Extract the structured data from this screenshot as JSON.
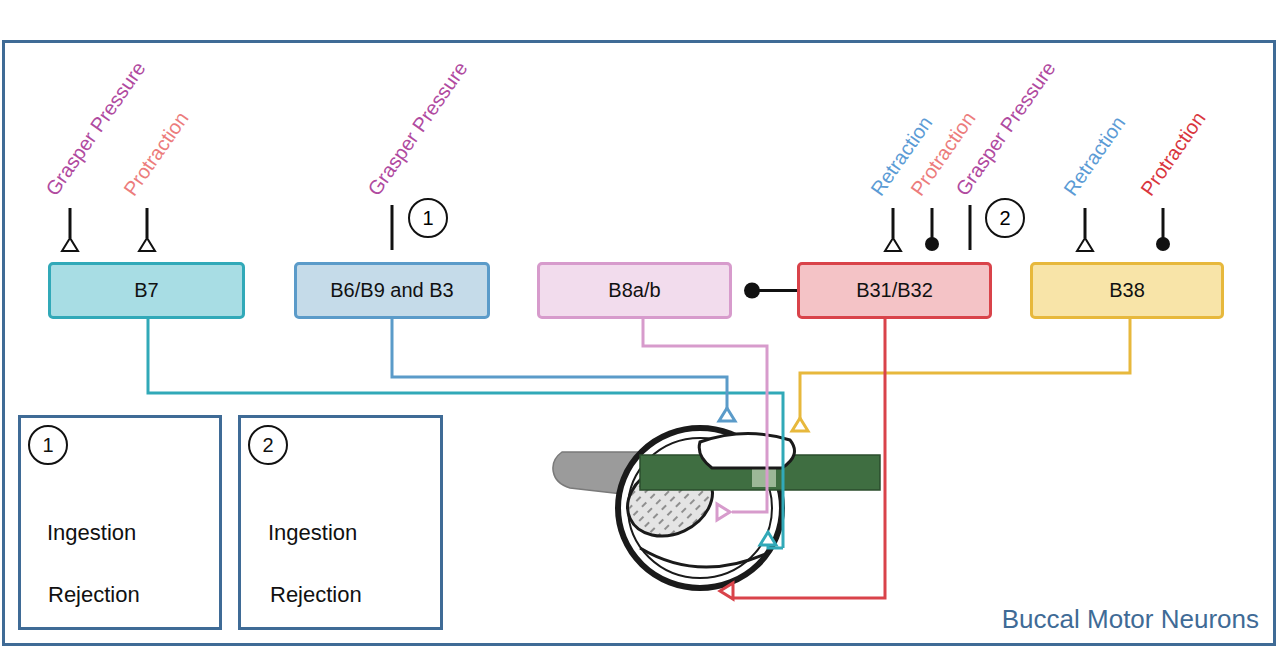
{
  "diagram": {
    "nodes": [
      {
        "text": [
          "Buccal Motor Neurons"
        ]
      },
      {
        "text": [
          "B7"
        ],
        "in": 0
      },
      {
        "text": [
          "B6/B9 and B3"
        ],
        "in": 0
      },
      {
        "text": [
          "B8a/b"
        ],
        "in": 0
      },
      {
        "text": [
          "B31/B32"
        ],
        "in": 0
      },
      {
        "text": [
          "B38"
        ],
        "in": 0
      },
      {
        "text": [
          "1",
          "Ingestion",
          "Rejection"
        ],
        "in": 0
      },
      {
        "text": [
          "2",
          "Ingestion",
          "Rejection"
        ],
        "in": 0
      }
    ],
    "edges": [
      {
        "from": 4,
        "to": 3,
        "arrow": "to"
      }
    ],
    "labels": [
      "Grasper Pressure",
      "Protraction",
      "Grasper Pressure",
      "1",
      "Retraction",
      "Protraction",
      "Grasper Pressure",
      "2",
      "Retraction",
      "Protraction"
    ]
  }
}
